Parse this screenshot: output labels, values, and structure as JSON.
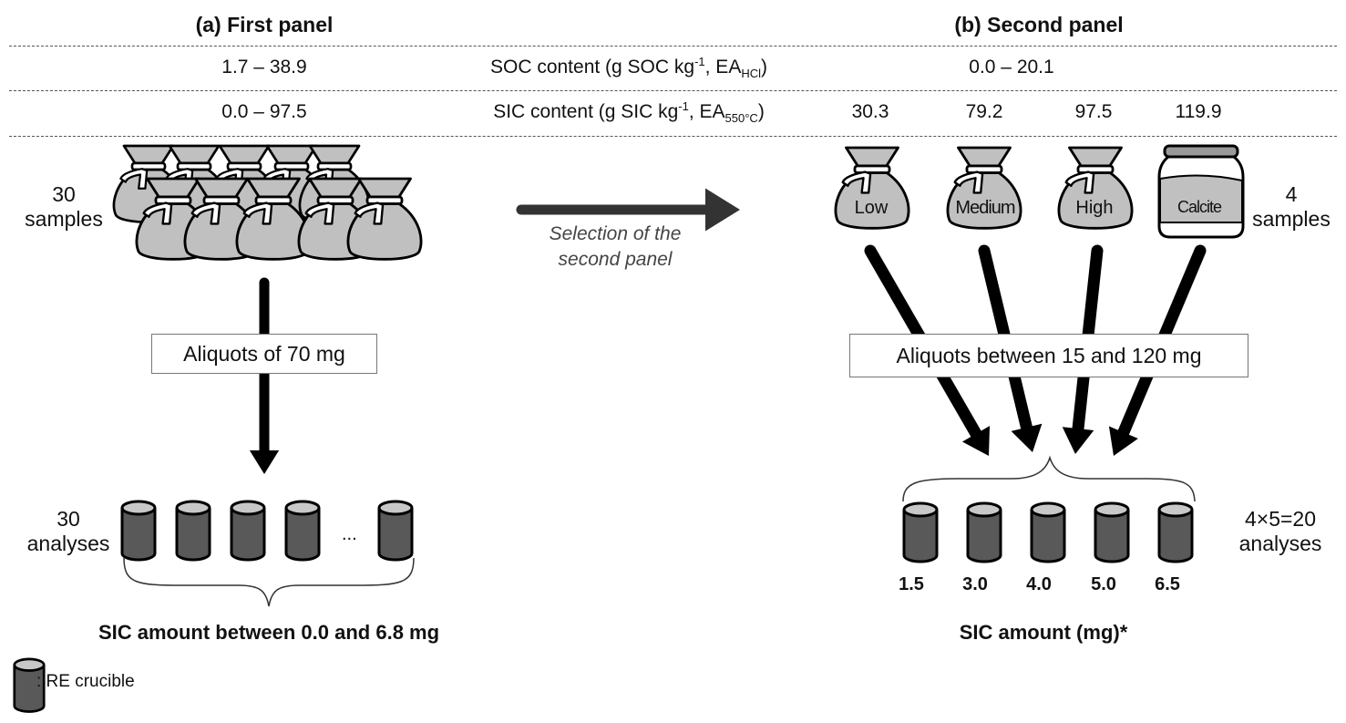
{
  "panels": {
    "first": {
      "title": "(a) First panel",
      "soc_range": "1.7 – 38.9",
      "sic_range": "0.0 – 97.5",
      "samples_count": "30",
      "samples_label": "samples",
      "aliquot_label": "Aliquots of 70 mg",
      "analyses_count": "30",
      "analyses_label": "analyses",
      "ellipsis": "...",
      "sic_amount_label": "SIC amount between 0.0 and 6.8 mg"
    },
    "second": {
      "title": "(b) Second panel",
      "soc_range": "0.0 – 20.1",
      "sic_values": [
        "30.3",
        "79.2",
        "97.5",
        "119.9"
      ],
      "sample_names": [
        "Low",
        "Medium",
        "High",
        "Calcite"
      ],
      "samples_count": "4",
      "samples_label": "samples",
      "aliquot_label": "Aliquots between 15 and 120 mg",
      "analyses_count": "4×5=20",
      "analyses_label": "analyses",
      "crucible_amounts": [
        "1.5",
        "3.0",
        "4.0",
        "5.0",
        "6.5"
      ],
      "sic_amount_label": "SIC amount (mg)*"
    }
  },
  "rows": {
    "soc": {
      "text": "SOC content (g SOC kg",
      "sup": "-1",
      "mid": ", EA",
      "sub": "HCl",
      "end": ")"
    },
    "sic": {
      "text": "SIC content (g SIC kg",
      "sup": "-1",
      "mid": ", EA",
      "sub": "550°C",
      "end": ")"
    }
  },
  "selection_arrow": {
    "line1": "Selection of the",
    "line2": "second panel"
  },
  "legend": {
    "label": ": RE crucible"
  },
  "colors": {
    "bag_fill": "#c0c0c0",
    "crucible_body": "#595959",
    "crucible_top": "#c8c8c8",
    "arrow": "#000000",
    "selection_arrow": "#333333"
  }
}
